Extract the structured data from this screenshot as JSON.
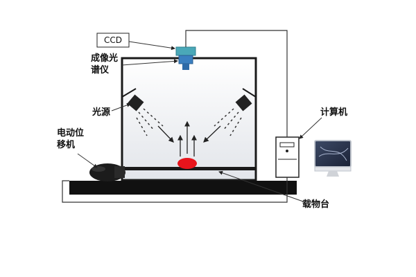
{
  "labels": {
    "ccd": "CCD",
    "spectrometer_line1": "成像光",
    "spectrometer_line2": "谱仪",
    "light_source": "光源",
    "motor_line1": "电动位",
    "motor_line2": "移机",
    "computer": "计算机",
    "stage": "载物台"
  },
  "colors": {
    "frame": "#1a1a1a",
    "base": "#111111",
    "sample": "#e8141c",
    "ccd_top": "#4aa8b8",
    "ccd_bottom": "#3a7fc0",
    "chamber_fill_top": "#ffffff",
    "chamber_fill_bottom": "#e4e6ea"
  }
}
